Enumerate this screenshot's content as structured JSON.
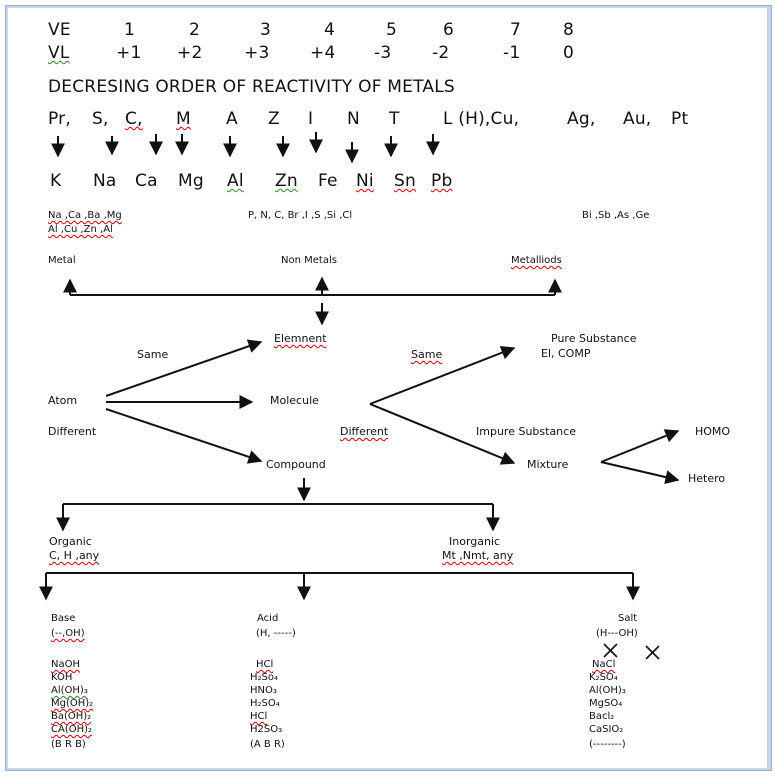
{
  "ve_label": "VE",
  "ve_values": [
    "1",
    "2",
    "3",
    "4",
    "5",
    "6",
    "7",
    "8"
  ],
  "vl_label": "VL",
  "vl_values": [
    "+1",
    "+2",
    "+3",
    "+4",
    "-3",
    "-2",
    "-1",
    "0"
  ],
  "reactivity_title": "DECRESING ORDER OF REACTIVITY OF METALS",
  "mnemonic": [
    "Pr,",
    "S,",
    "C,",
    "M",
    "A",
    "Z",
    "I",
    "N",
    "T",
    "L (H),Cu,",
    "Ag,",
    "Au,",
    "Pt"
  ],
  "metals": [
    "K",
    "Na",
    "Ca",
    "Mg",
    "Al",
    "Zn",
    "Fe",
    "Ni",
    "Sn",
    "Pb"
  ],
  "metal_list_line1": "Na ,Ca ,Ba ,Mg",
  "metal_list_line2": "Al ,Cu ,Zn ,Al",
  "nonmetal_list": "P, N, C, Br ,I ,S ,Si ,Cl",
  "metalloid_list": "Bi ,Sb ,As ,Ge",
  "metal_label": "Metal",
  "nonmetal_label": "Non Metals",
  "metalloid_label": "Metalliods",
  "element_label": "Elemnent",
  "same_label_1": "Same",
  "same_label_2": "Same",
  "pure_label": "Pure Substance",
  "pure_sub": "El, COMP",
  "atom_label": "Atom",
  "molecule_label": "Molecule",
  "different_label_1": "Different",
  "different_label_2": "Different",
  "impure_label": "Impure Substance",
  "homo_label": "HOMO",
  "mixture_label": "Mixture",
  "hetero_label": "Hetero",
  "compound_label": "Compound",
  "organic_label": "Organic",
  "organic_sub": "C, H ,any",
  "inorganic_label": "Inorganic",
  "inorganic_sub": "Mt ,Nmt, any",
  "base": {
    "title": "Base",
    "formula": "(--,OH)",
    "items": [
      "NaOH",
      "KOH",
      "Al(OH)₃",
      "Mg(OH)₂",
      "Ba(OH)₂",
      "CA(OH)₂",
      "(B R B)"
    ]
  },
  "acid": {
    "title": "Acid",
    "formula": "(H, -----)",
    "items": [
      "HCl",
      "H₂So₄",
      "HNO₃",
      "H₂SO₄",
      "HCl",
      "H2SO₃",
      "(A B R)"
    ]
  },
  "salt": {
    "title": "Salt",
    "formula": "(H---OH)",
    "items": [
      "NaCl",
      "K₂SO₄",
      "Al(OH)₃",
      "MgSO₄",
      "Bacl₂",
      "CaSIO₂",
      "(--------)"
    ]
  },
  "colors": {
    "squiggle_red": "#d00000",
    "squiggle_green": "#2a8a2a",
    "frame": "#9ab0d0"
  }
}
